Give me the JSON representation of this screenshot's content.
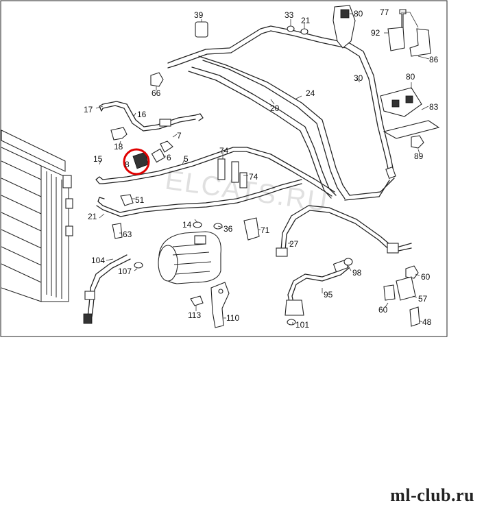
{
  "watermark": "ELCATS.RU",
  "signature": "ml-club.ru",
  "highlight": {
    "part_number": "8",
    "color": "#e00000"
  },
  "part_labels": [
    {
      "id": "39"
    },
    {
      "id": "33"
    },
    {
      "id": "21"
    },
    {
      "id": "80"
    },
    {
      "id": "77"
    },
    {
      "id": "92"
    },
    {
      "id": "86"
    },
    {
      "id": "66"
    },
    {
      "id": "30"
    },
    {
      "id": "80"
    },
    {
      "id": "24"
    },
    {
      "id": "17"
    },
    {
      "id": "16"
    },
    {
      "id": "20"
    },
    {
      "id": "83"
    },
    {
      "id": "7"
    },
    {
      "id": "18"
    },
    {
      "id": "6"
    },
    {
      "id": "5"
    },
    {
      "id": "74"
    },
    {
      "id": "89"
    },
    {
      "id": "15"
    },
    {
      "id": "8"
    },
    {
      "id": "74"
    },
    {
      "id": "51"
    },
    {
      "id": "21"
    },
    {
      "id": "14"
    },
    {
      "id": "36"
    },
    {
      "id": "71"
    },
    {
      "id": "63"
    },
    {
      "id": "27"
    },
    {
      "id": "104"
    },
    {
      "id": "107"
    },
    {
      "id": "98"
    },
    {
      "id": "60"
    },
    {
      "id": "95"
    },
    {
      "id": "57"
    },
    {
      "id": "60"
    },
    {
      "id": "113"
    },
    {
      "id": "110"
    },
    {
      "id": "101"
    },
    {
      "id": "48"
    }
  ]
}
